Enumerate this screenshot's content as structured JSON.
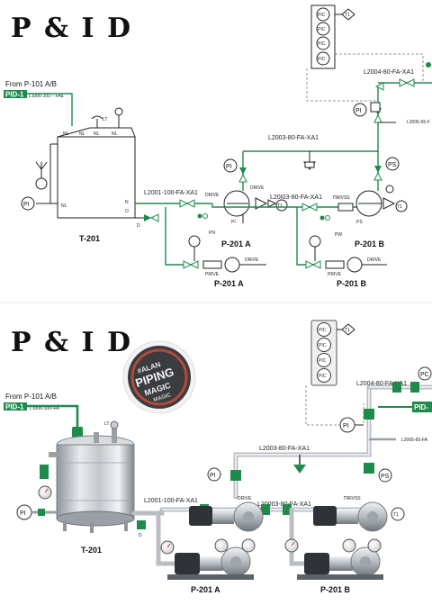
{
  "top": {
    "title": "P & I D",
    "source_label": "From P-101 A/B",
    "pid_badge": "PID-1",
    "source_line": "L1006-100 – FAa",
    "tank_tag": "T-201",
    "tank_nl": [
      "NL",
      "NL",
      "NL",
      "NL",
      "NL"
    ],
    "lt_label": "LT",
    "n_label": "N",
    "o_label": "O",
    "d_label": "D",
    "pi_label": "PI",
    "pic_labels": [
      "PIC",
      "PIC",
      "PIC",
      "PIC"
    ],
    "t1_label": "T1",
    "line_l2004": "L2004-80-FA-XA1",
    "line_l2005": "L2005-65-F",
    "line_l2003": "L2003-80-FA-XA1",
    "line_l2001": "L2001-100-FA-XA1",
    "line_l20103": "L20I03-80-FA-XA1",
    "drive": "DRIVE",
    "trivss": "ΠRIVSS",
    "ps_label": "PS",
    "pn_label": "PN",
    "pw_label": "PW",
    "pump_a": "P-201 A",
    "pump_b": "P-201 B",
    "prive": "PRIVE"
  },
  "bottom": {
    "title": "P & I D",
    "logo_lines": [
      "#ALAN",
      "PIPING",
      "MAGIC",
      "MAGIC"
    ],
    "source_label": "From P-101 A/B",
    "pid_badge": "PID-1",
    "source_line": "L1006-100–FA",
    "tank_tag": "T-201",
    "lt_label": "LT",
    "d_label": "D",
    "pi_label": "PI",
    "pic_labels": [
      "PIC",
      "PIC",
      "PIC",
      "PIC"
    ],
    "pc_label": "PC",
    "t1_label": "T1",
    "pid_right": "PID-",
    "line_l2004": "L2004-80-FA-XA1",
    "line_l2005": "L2005-65-FA",
    "line_l2003": "L2003-80-FA-XA1",
    "line_l2001": "L2001-100-FA-XA1",
    "line_l20003": "L20003-80-FA-XA1",
    "drive": "DRIVE",
    "trivss": "ΠRIVSS",
    "ps_label": "PS",
    "pump_a": "P-201 A",
    "pump_b": "P-201 B"
  },
  "colors": {
    "green": "#1e8a4c",
    "steel": "#b9bec4",
    "ink": "#222222"
  }
}
